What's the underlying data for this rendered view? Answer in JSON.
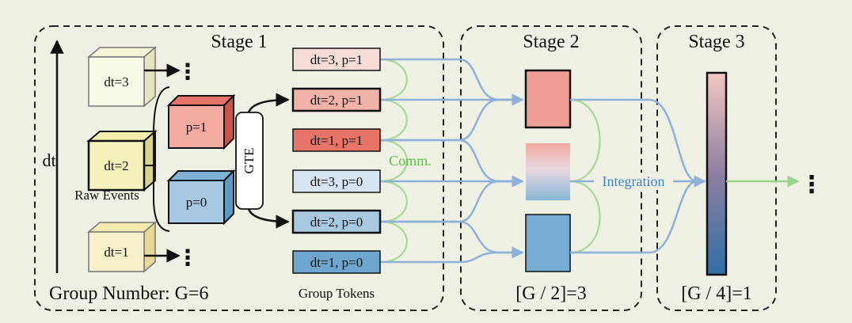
{
  "stages": [
    {
      "title": "Stage 1",
      "footer": "Group Number: G=6"
    },
    {
      "title": "Stage 2",
      "footer": "[G / 2]=3"
    },
    {
      "title": "Stage 3",
      "footer": "[G / 4]=1"
    }
  ],
  "axis_label": "dt",
  "raw_events": {
    "label": "Raw Events",
    "cubes": [
      "dt=3",
      "dt=2",
      "dt=1"
    ]
  },
  "polarity_cubes": [
    "p=1",
    "p=0"
  ],
  "gte_label": "GTE",
  "group_tokens": {
    "label": "Group Tokens",
    "tokens": [
      "dt=3, p=1",
      "dt=2, p=1",
      "dt=1, p=1",
      "dt=3, p=0",
      "dt=2, p=0",
      "dt=1, p=0"
    ]
  },
  "comm_label": "Comm.",
  "integration_label": "Integration",
  "ellipsis": "⋮",
  "colors": {
    "background": "#eef1e4",
    "p1_dark": "#e57367",
    "p1_light": "#f4c9c3",
    "p0_mid": "#7fb2d6",
    "p0_light": "#c9dcec",
    "flow_arrow": "#8fb0d8",
    "comm": "#9dd38a",
    "comm_text": "#5bbf4a",
    "integration_text": "#3a85c4",
    "output_arrow": "#9dd38a"
  }
}
